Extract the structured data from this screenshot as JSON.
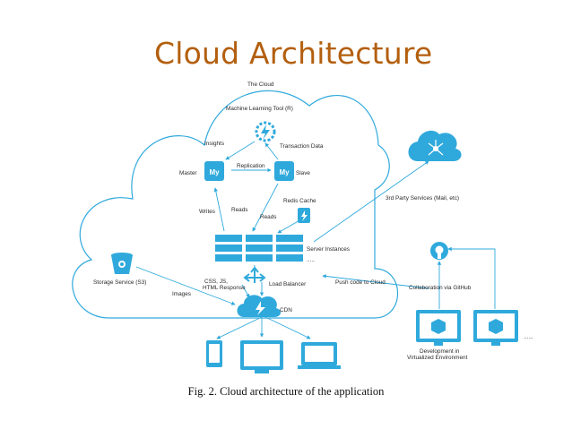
{
  "slide": {
    "title": "Cloud Architecture"
  },
  "diagram": {
    "cloud_label": "The Cloud",
    "ml_tool": "Machine Learning Tool (R)",
    "insights": "Insights",
    "transaction_data": "Transaction Data",
    "master": "Master",
    "replication": "Replication",
    "slave": "Slave",
    "writes": "Writes",
    "reads_1": "Reads",
    "redis_cache": "Redis Cache",
    "reads_2": "Reads",
    "third_party": "3rd Party Services (Mail, etc)",
    "server_instances": "Server Instances",
    "ellipsis": ".....",
    "storage_service": "Storage Service (S3)",
    "css_js": "CSS, JS,",
    "html_response": "HTML Response",
    "load_balancer": "Load Balancer",
    "push_code": "Push code to Cloud",
    "collaboration": "Collaboration via GitHub",
    "images": "Images",
    "cdn": "CDN",
    "dev_line1": "Development in",
    "dev_line2": "Virtualized Environment",
    "dev_ellipsis": "......",
    "db_glyph": "My"
  },
  "caption": "Fig. 2. Cloud architecture of the application",
  "colors": {
    "accent": "#2fa9dc",
    "title": "#b35f0f"
  }
}
